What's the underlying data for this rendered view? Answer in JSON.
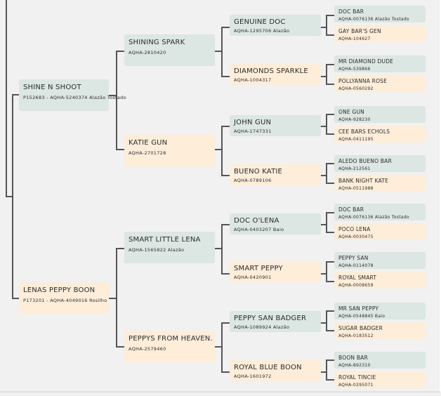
{
  "pedigree": {
    "sire": {
      "name": "SHINE N SHOOT",
      "reg": "P152683 - AQHA-5240374 Alazão Tostado"
    },
    "dam": {
      "name": "LENAS PEPPY BOON",
      "reg": "P173201 - AQHA-4049016 Rosilho"
    },
    "gen2": [
      {
        "name": "SHINING SPARK",
        "reg": "AQHA-2810420"
      },
      {
        "name": "KATIE GUN",
        "reg": "AQHA-2701728"
      },
      {
        "name": "SMART LITTLE LENA",
        "reg": "AQHA-1565822 Alazão"
      },
      {
        "name": "PEPPYS FROM HEAVEN.",
        "reg": "AQHA-2579460"
      }
    ],
    "gen3": [
      {
        "name": "GENUINE DOC",
        "reg": "AQHA-1295706 Alazão"
      },
      {
        "name": "DIAMONDS SPARKLE",
        "reg": "AQHA-1004317"
      },
      {
        "name": "JOHN GUN",
        "reg": "AQHA-1747331"
      },
      {
        "name": "BUENO KATIE",
        "reg": "AQHA-0789106"
      },
      {
        "name": "DOC O'LENA",
        "reg": "AQHA-0403207 Baio"
      },
      {
        "name": "SMART PEPPY",
        "reg": "AQHA-0420901"
      },
      {
        "name": "PEPPY SAN BADGER",
        "reg": "AQHA-1089924 Alazão"
      },
      {
        "name": "ROYAL BLUE BOON",
        "reg": "AQHA-1601972"
      }
    ],
    "gen4": [
      {
        "name": "DOC BAR",
        "reg": "AQHA-0076136 Alazão Tostado"
      },
      {
        "name": "GAY BAR'S GEN",
        "reg": "AQHA-104627"
      },
      {
        "name": "MR DIAMOND DUDE",
        "reg": "AQHA-539866"
      },
      {
        "name": "POLLYANNA ROSE",
        "reg": "AQHA-0560292"
      },
      {
        "name": "ONE GUN",
        "reg": "AQHA-928230"
      },
      {
        "name": "CEE BARS ECHOLS",
        "reg": "AQHA-0411195"
      },
      {
        "name": "ALEDO BUENO BAR",
        "reg": "AQHA-212561"
      },
      {
        "name": "BANK NIGHT KATE",
        "reg": "AQHA-0511988"
      },
      {
        "name": "DOC BAR",
        "reg": "AQHA-0076136 Alazão Tostado"
      },
      {
        "name": "POCO LENA",
        "reg": "AQHA-0030475"
      },
      {
        "name": "PEPPY SAN",
        "reg": "AQHA-0114078"
      },
      {
        "name": "ROYAL SMART",
        "reg": "AQHA-0008659"
      },
      {
        "name": "MR SAN PEPPY",
        "reg": "AQHA-0548845 Baio"
      },
      {
        "name": "SUGAR BADGER",
        "reg": "AQHA-0183512"
      },
      {
        "name": "BOON BAR",
        "reg": "AQHA-892310"
      },
      {
        "name": "ROYAL TINCIE",
        "reg": "AQHA-0295071"
      }
    ]
  }
}
